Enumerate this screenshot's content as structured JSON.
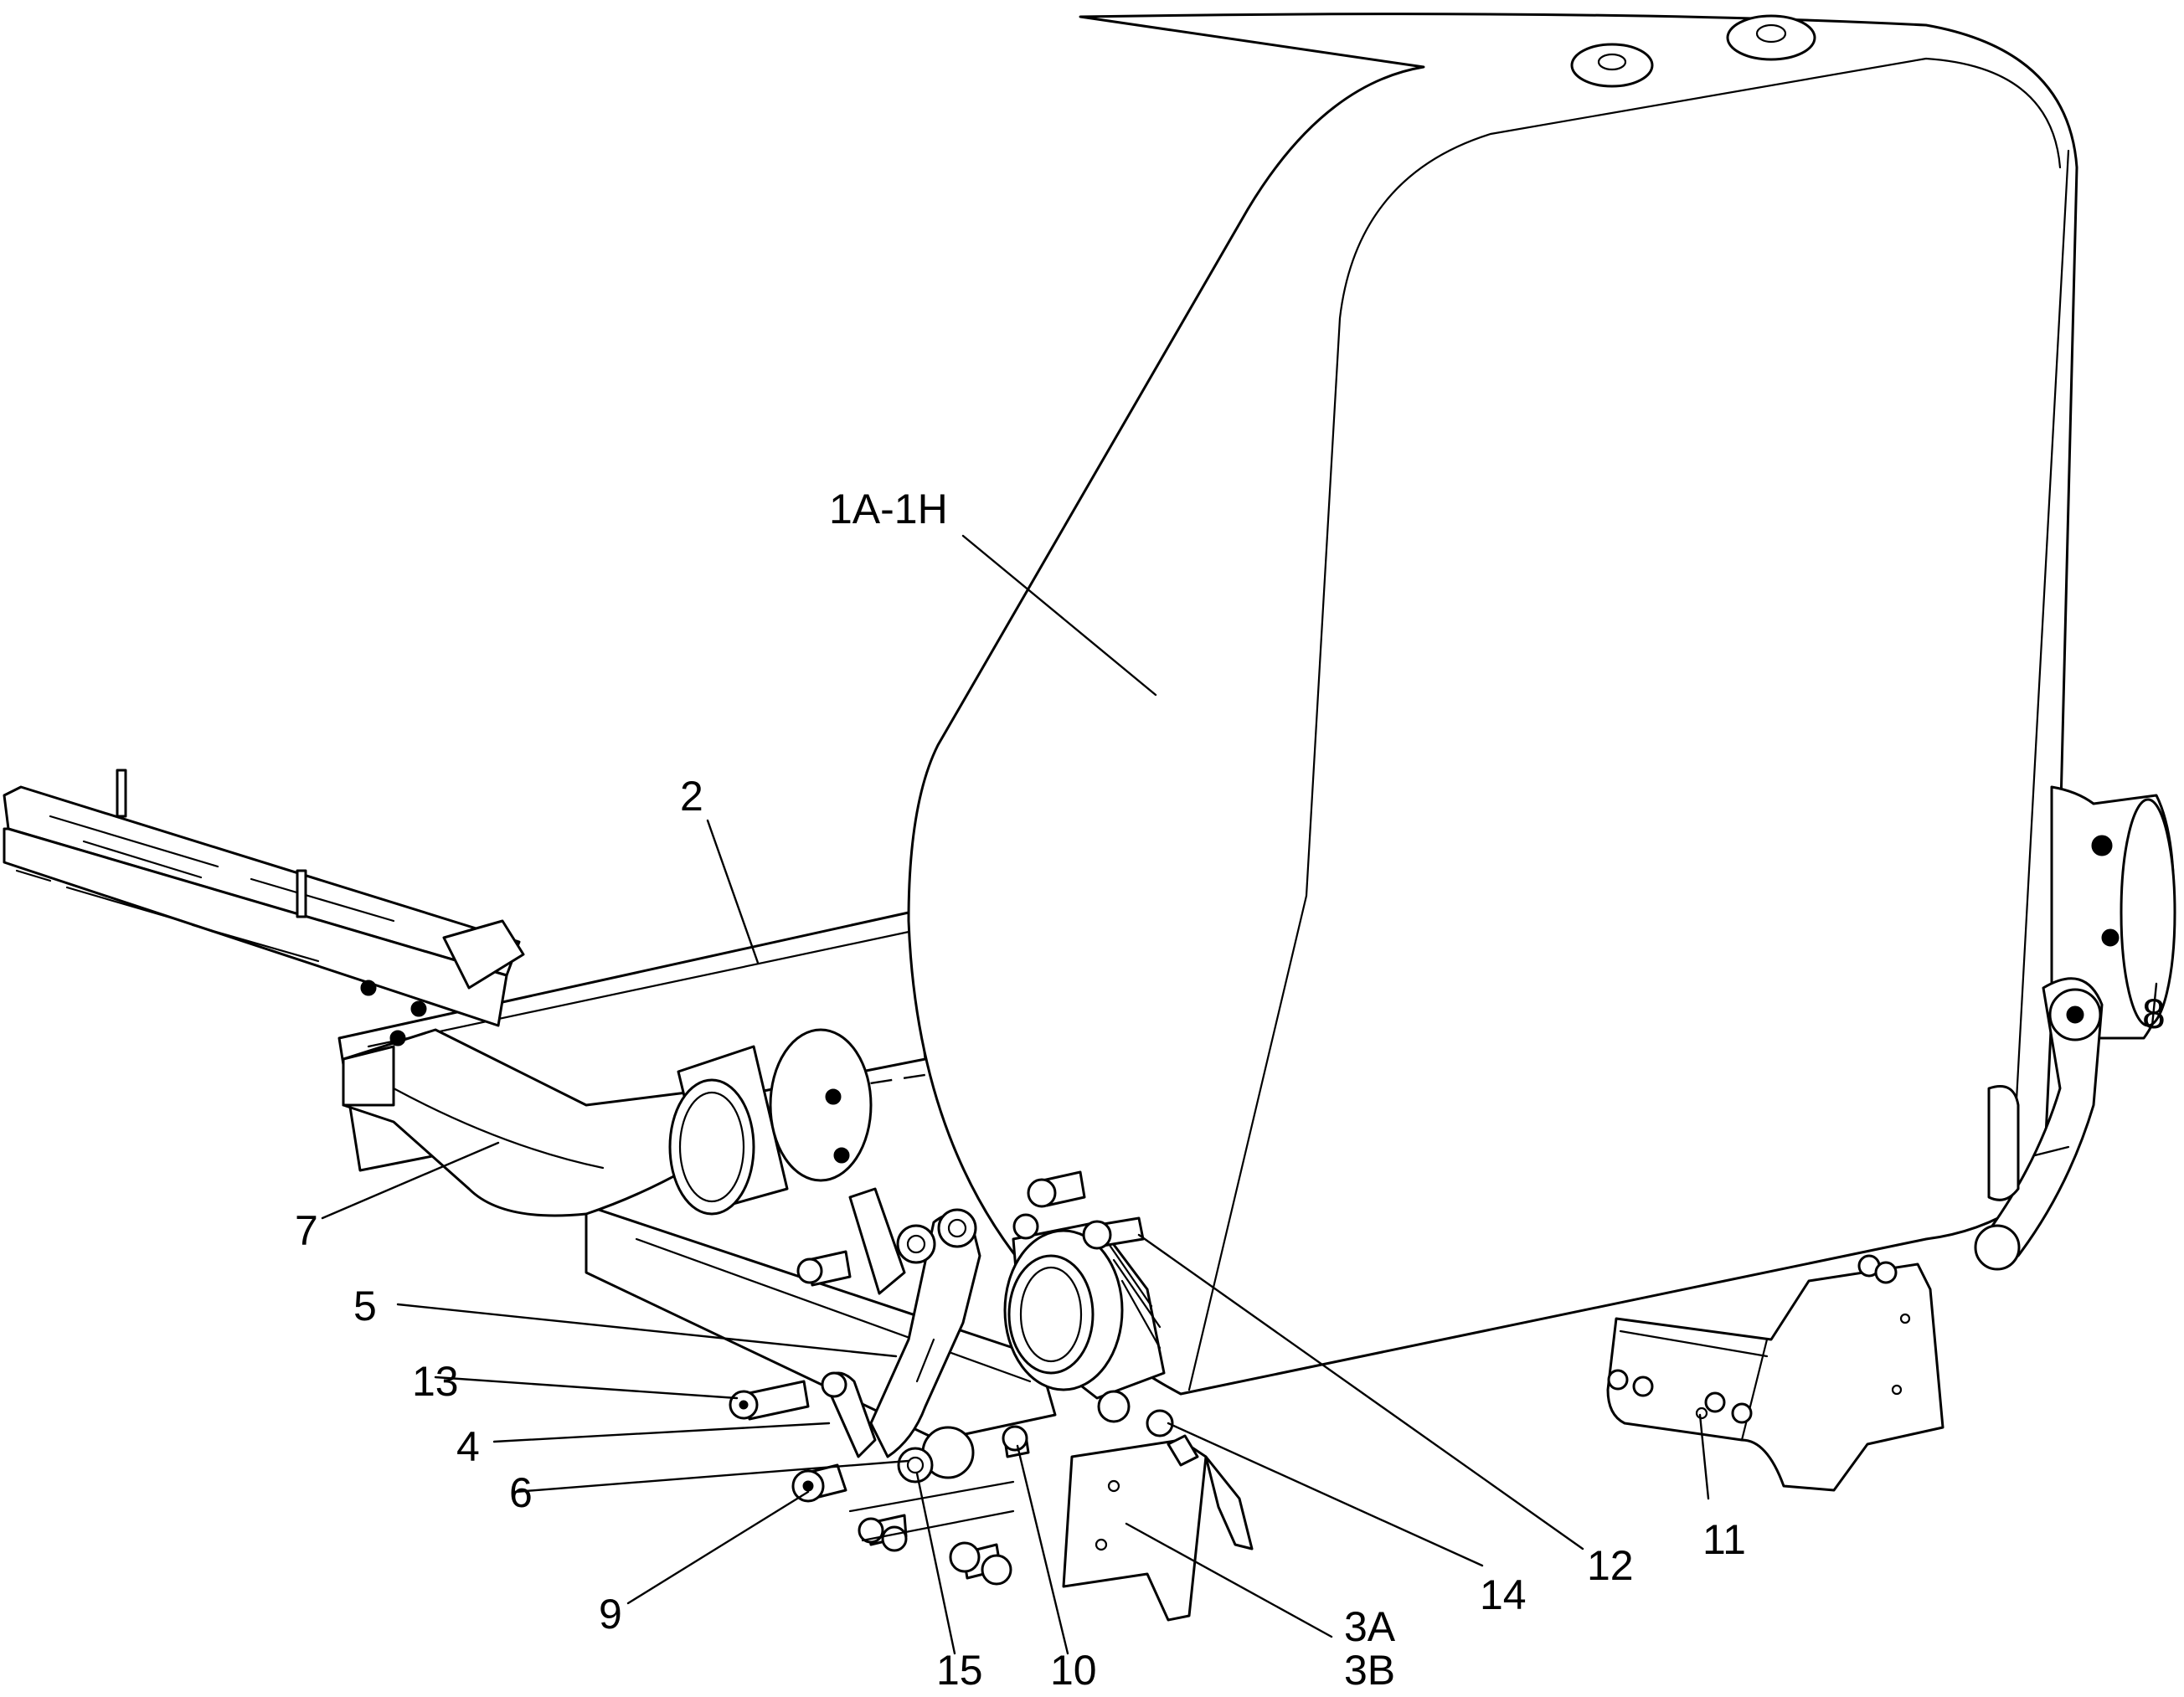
{
  "diagram": {
    "callouts": [
      {
        "id": "1A-1H",
        "label": "1A-1H"
      },
      {
        "id": "2",
        "label": "2"
      },
      {
        "id": "3A",
        "label": "3A"
      },
      {
        "id": "3B",
        "label": "3B"
      },
      {
        "id": "4",
        "label": "4"
      },
      {
        "id": "5",
        "label": "5"
      },
      {
        "id": "6",
        "label": "6"
      },
      {
        "id": "7",
        "label": "7"
      },
      {
        "id": "8",
        "label": "8"
      },
      {
        "id": "9",
        "label": "9"
      },
      {
        "id": "10",
        "label": "10"
      },
      {
        "id": "11",
        "label": "11"
      },
      {
        "id": "12",
        "label": "12"
      },
      {
        "id": "13",
        "label": "13"
      },
      {
        "id": "14",
        "label": "14"
      },
      {
        "id": "15",
        "label": "15"
      }
    ]
  }
}
